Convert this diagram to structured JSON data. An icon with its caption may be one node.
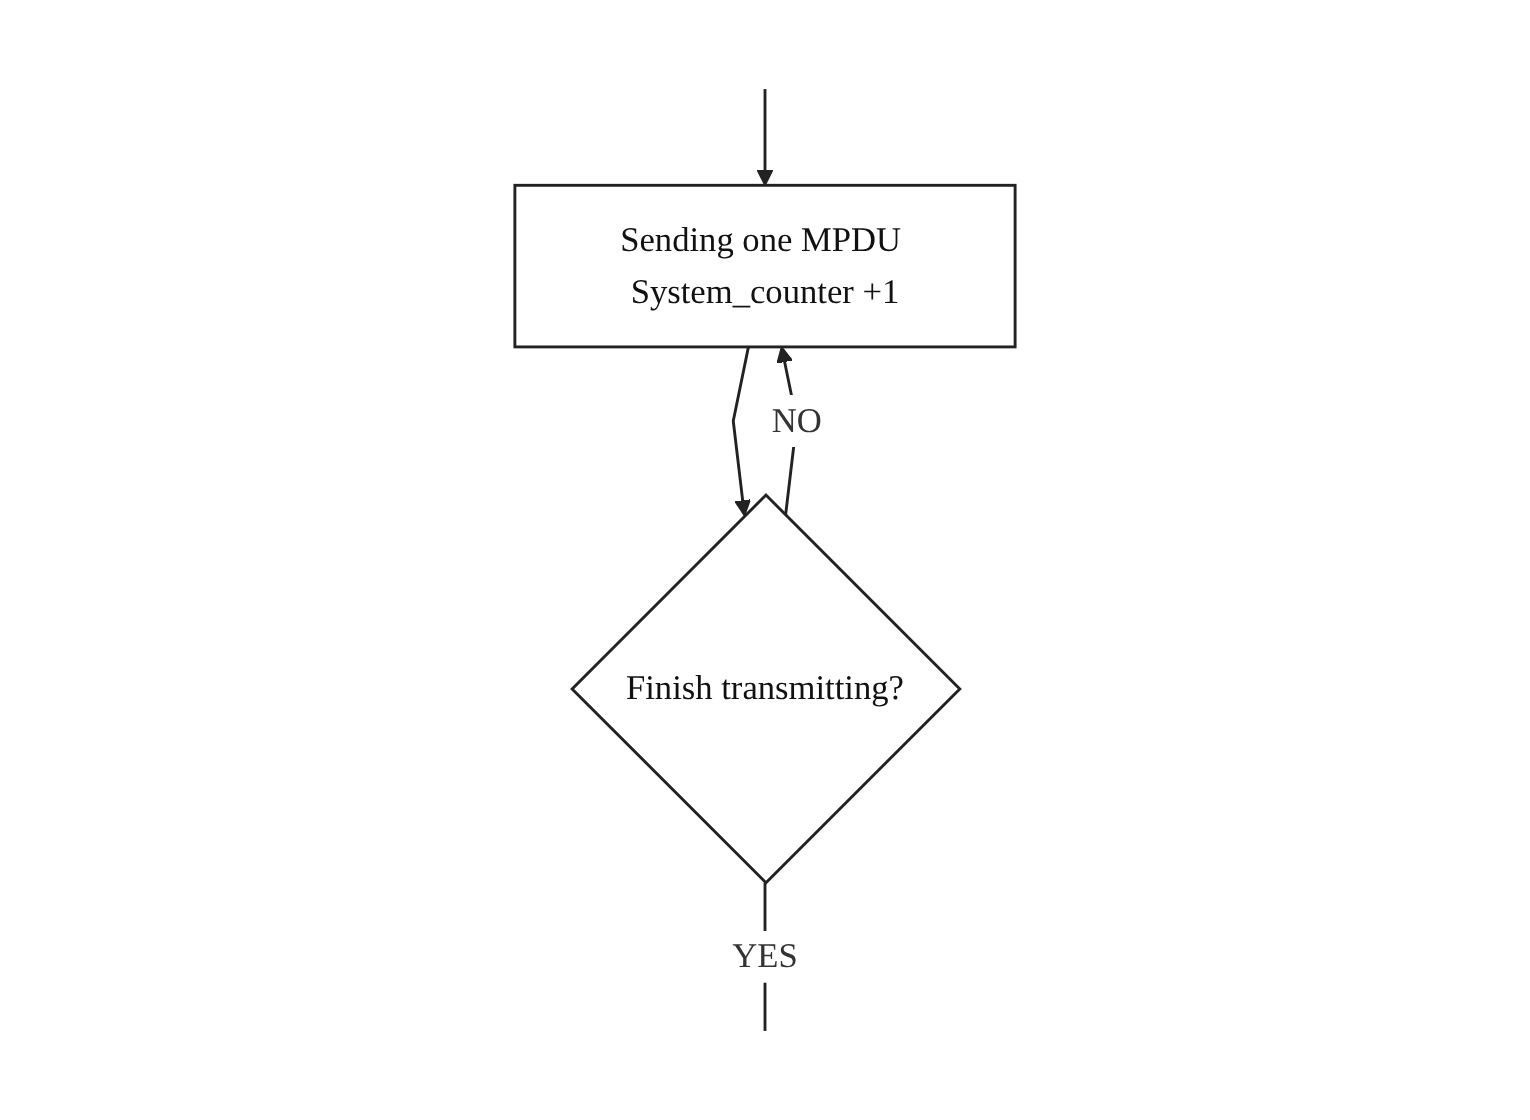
{
  "diagram": {
    "nodes": [
      {
        "text": [
          "Sending one MPDU System_counter +1"
        ]
      },
      {
        "text": [
          "Finish transmitting?"
        ]
      }
    ],
    "edges": [
      {
        "from": null,
        "to": 0,
        "arrow": "to"
      },
      {
        "from": 1,
        "to": 0,
        "label": "NO",
        "arrow": "to"
      },
      {
        "from": 0,
        "to": 1,
        "arrow": "to"
      },
      {
        "from": 1,
        "to": null,
        "label": "YES",
        "arrow": "none"
      }
    ]
  }
}
